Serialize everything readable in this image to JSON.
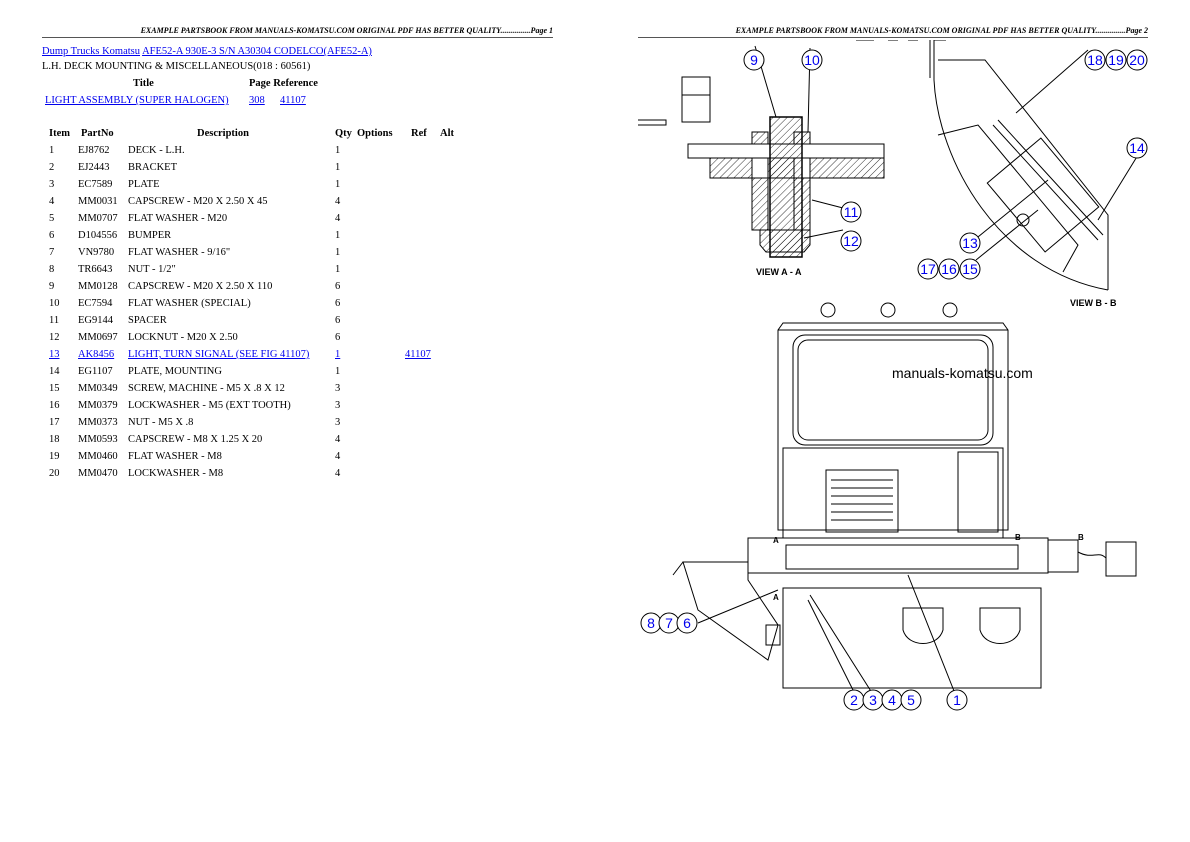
{
  "page1": {
    "header": "EXAMPLE PARTSBOOK FROM MANUALS-KOMATSU.COM ORIGINAL PDF HAS BETTER QUALITY...............Page 1",
    "breadcrumb": {
      "link1": "Dump Trucks Komatsu",
      "link2": "AFE52-A 930E-3 S/N A30304 CODELCO(AFE52-A)"
    },
    "section_title": "L.H. DECK MOUNTING & MISCELLANEOUS(018 : 60561)",
    "reference_table": {
      "headers": {
        "title": "Title",
        "page_reference": "Page Reference"
      },
      "rows": [
        {
          "title": "LIGHT ASSEMBLY (SUPER HALOGEN)",
          "page": "308",
          "reference": "41107"
        }
      ]
    },
    "parts_table": {
      "headers": {
        "item": "Item",
        "partno": "PartNo",
        "description": "Description",
        "qty": "Qty",
        "options": "Options",
        "ref": "Ref",
        "alt": "Alt"
      },
      "rows": [
        {
          "item": "1",
          "partno": "EJ8762",
          "description": "DECK - L.H.",
          "qty": "1",
          "ref": ""
        },
        {
          "item": "2",
          "partno": "EJ2443",
          "description": "BRACKET",
          "qty": "1",
          "ref": ""
        },
        {
          "item": "3",
          "partno": "EC7589",
          "description": "PLATE",
          "qty": "1",
          "ref": ""
        },
        {
          "item": "4",
          "partno": "MM0031",
          "description": "CAPSCREW - M20 X 2.50 X 45",
          "qty": "4",
          "ref": ""
        },
        {
          "item": "5",
          "partno": "MM0707",
          "description": "FLAT WASHER - M20",
          "qty": "4",
          "ref": ""
        },
        {
          "item": "6",
          "partno": "D104556",
          "description": "BUMPER",
          "qty": "1",
          "ref": ""
        },
        {
          "item": "7",
          "partno": "VN9780",
          "description": "FLAT WASHER - 9/16\"",
          "qty": "1",
          "ref": ""
        },
        {
          "item": "8",
          "partno": "TR6643",
          "description": "NUT - 1/2\"",
          "qty": "1",
          "ref": ""
        },
        {
          "item": "9",
          "partno": "MM0128",
          "description": "CAPSCREW - M20 X 2.50 X 110",
          "qty": "6",
          "ref": ""
        },
        {
          "item": "10",
          "partno": "EC7594",
          "description": "FLAT WASHER (SPECIAL)",
          "qty": "6",
          "ref": ""
        },
        {
          "item": "11",
          "partno": "EG9144",
          "description": "SPACER",
          "qty": "6",
          "ref": ""
        },
        {
          "item": "12",
          "partno": "MM0697",
          "description": "LOCKNUT - M20 X 2.50",
          "qty": "6",
          "ref": ""
        },
        {
          "item": "13",
          "partno": "AK8456",
          "description": "LIGHT, TURN SIGNAL (SEE FIG 41107)",
          "qty": "1",
          "ref": "41107",
          "link": true
        },
        {
          "item": "14",
          "partno": "EG1107",
          "description": "PLATE, MOUNTING",
          "qty": "1",
          "ref": ""
        },
        {
          "item": "15",
          "partno": "MM0349",
          "description": "SCREW, MACHINE - M5 X .8 X 12",
          "qty": "3",
          "ref": ""
        },
        {
          "item": "16",
          "partno": "MM0379",
          "description": "LOCKWASHER - M5 (EXT TOOTH)",
          "qty": "3",
          "ref": ""
        },
        {
          "item": "17",
          "partno": "MM0373",
          "description": "NUT - M5 X .8",
          "qty": "3",
          "ref": ""
        },
        {
          "item": "18",
          "partno": "MM0593",
          "description": "CAPSCREW - M8 X 1.25 X 20",
          "qty": "4",
          "ref": ""
        },
        {
          "item": "19",
          "partno": "MM0460",
          "description": "FLAT WASHER - M8",
          "qty": "4",
          "ref": ""
        },
        {
          "item": "20",
          "partno": "MM0470",
          "description": "LOCKWASHER - M8",
          "qty": "4",
          "ref": ""
        }
      ]
    }
  },
  "page2": {
    "header": "EXAMPLE PARTSBOOK FROM MANUALS-KOMATSU.COM ORIGINAL PDF HAS BETTER QUALITY...............Page 2",
    "diagram": {
      "watermark": "manuals-komatsu.com",
      "view_a_label": "VIEW A - A",
      "view_b_label": "VIEW B - B",
      "section_marks": [
        "A",
        "A",
        "B",
        "B"
      ],
      "callouts": [
        "9",
        "10",
        "11",
        "12",
        "13",
        "14",
        "17",
        "16",
        "15",
        "18",
        "19",
        "20",
        "8",
        "7",
        "6",
        "2",
        "3",
        "4",
        "5",
        "1"
      ],
      "callout_color": "#0000ee"
    }
  }
}
